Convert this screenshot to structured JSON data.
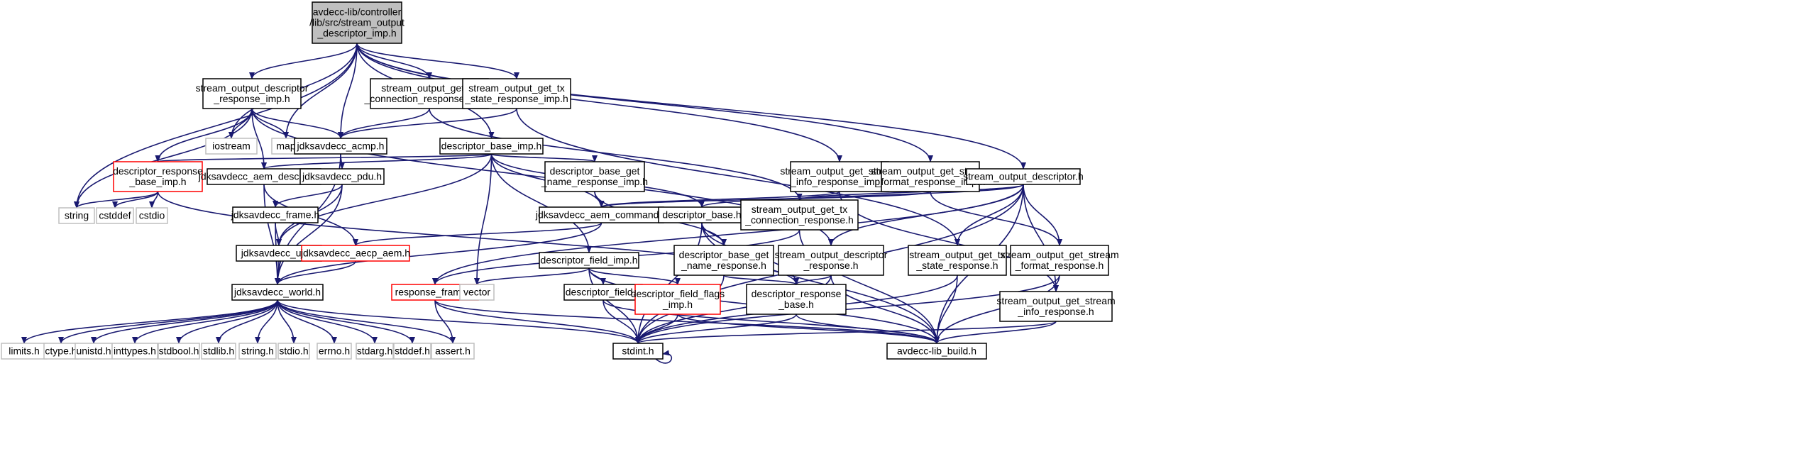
{
  "graph": {
    "colors": {
      "edge": "#191970",
      "root_fill": "#bfbfbf",
      "normal_border": "#000000",
      "system_border": "#bfbfbf",
      "missing_border": "#ff0000",
      "system_text": "#404040"
    },
    "nodes": [
      {
        "id": "root",
        "lines": [
          "avdecc-lib/controller",
          "/lib/src/stream_output",
          "_descriptor_imp.h"
        ],
        "kind": "root"
      },
      {
        "id": "so_desc_resp_imp",
        "lines": [
          "stream_output_descriptor",
          "_response_imp.h"
        ],
        "kind": "normal"
      },
      {
        "id": "so_get_tx_conn_resp_imp",
        "lines": [
          "stream_output_get_tx",
          "_connection_response_imp.h"
        ],
        "kind": "normal"
      },
      {
        "id": "so_get_tx_state_resp_imp",
        "lines": [
          "stream_output_get_tx",
          "_state_response_imp.h"
        ],
        "kind": "normal"
      },
      {
        "id": "iostream",
        "lines": [
          "iostream"
        ],
        "kind": "system"
      },
      {
        "id": "map",
        "lines": [
          "map"
        ],
        "kind": "system"
      },
      {
        "id": "acmp",
        "lines": [
          "jdksavdecc_acmp.h"
        ],
        "kind": "normal"
      },
      {
        "id": "desc_base_imp",
        "lines": [
          "descriptor_base_imp.h"
        ],
        "kind": "normal"
      },
      {
        "id": "desc_resp_base_imp",
        "lines": [
          "descriptor_response",
          "_base_imp.h"
        ],
        "kind": "missing"
      },
      {
        "id": "aem_desc",
        "lines": [
          "jdksavdecc_aem_descriptor.h"
        ],
        "kind": "normal"
      },
      {
        "id": "pdu",
        "lines": [
          "jdksavdecc_pdu.h"
        ],
        "kind": "normal"
      },
      {
        "id": "desc_base_get_name_resp_imp",
        "lines": [
          "descriptor_base_get",
          "_name_response_imp.h"
        ],
        "kind": "normal"
      },
      {
        "id": "so_get_stream_info_resp_imp",
        "lines": [
          "stream_output_get_stream",
          "_info_response_imp.h"
        ],
        "kind": "normal"
      },
      {
        "id": "so_get_stream_format_resp_imp",
        "lines": [
          "stream_output_get_stream",
          "_format_response_imp.h"
        ],
        "kind": "normal"
      },
      {
        "id": "so_desc",
        "lines": [
          "stream_output_descriptor.h"
        ],
        "kind": "normal"
      },
      {
        "id": "string",
        "lines": [
          "string"
        ],
        "kind": "system"
      },
      {
        "id": "cstddef",
        "lines": [
          "cstddef"
        ],
        "kind": "system"
      },
      {
        "id": "cstdio",
        "lines": [
          "cstdio"
        ],
        "kind": "system"
      },
      {
        "id": "frame",
        "lines": [
          "jdksavdecc_frame.h"
        ],
        "kind": "normal"
      },
      {
        "id": "aem_command",
        "lines": [
          "jdksavdecc_aem_command.h"
        ],
        "kind": "normal"
      },
      {
        "id": "desc_base",
        "lines": [
          "descriptor_base.h"
        ],
        "kind": "normal"
      },
      {
        "id": "so_get_tx_conn_resp",
        "lines": [
          "stream_output_get_tx",
          "_connection_response.h"
        ],
        "kind": "normal"
      },
      {
        "id": "util",
        "lines": [
          "jdksavdecc_util.h"
        ],
        "kind": "normal"
      },
      {
        "id": "aecp_aem",
        "lines": [
          "jdksavdecc_aecp_aem.h"
        ],
        "kind": "missing"
      },
      {
        "id": "desc_field_imp",
        "lines": [
          "descriptor_field_imp.h"
        ],
        "kind": "normal"
      },
      {
        "id": "desc_base_get_name_resp",
        "lines": [
          "descriptor_base_get",
          "_name_response.h"
        ],
        "kind": "normal"
      },
      {
        "id": "so_desc_resp",
        "lines": [
          "stream_output_descriptor",
          "_response.h"
        ],
        "kind": "normal"
      },
      {
        "id": "so_get_tx_state_resp",
        "lines": [
          "stream_output_get_tx",
          "_state_response.h"
        ],
        "kind": "normal"
      },
      {
        "id": "so_get_stream_format_resp",
        "lines": [
          "stream_output_get_stream",
          "_format_response.h"
        ],
        "kind": "normal"
      },
      {
        "id": "world",
        "lines": [
          "jdksavdecc_world.h"
        ],
        "kind": "normal"
      },
      {
        "id": "response_frame",
        "lines": [
          "response_frame.h"
        ],
        "kind": "missing"
      },
      {
        "id": "vector",
        "lines": [
          "vector"
        ],
        "kind": "system"
      },
      {
        "id": "desc_field",
        "lines": [
          "descriptor_field.h"
        ],
        "kind": "normal"
      },
      {
        "id": "desc_field_flags_imp",
        "lines": [
          "descriptor_field_flags",
          "_imp.h"
        ],
        "kind": "missing"
      },
      {
        "id": "desc_resp_base",
        "lines": [
          "descriptor_response",
          "_base.h"
        ],
        "kind": "normal"
      },
      {
        "id": "so_get_stream_info_resp",
        "lines": [
          "stream_output_get_stream",
          "_info_response.h"
        ],
        "kind": "normal"
      },
      {
        "id": "limits",
        "lines": [
          "limits.h"
        ],
        "kind": "system"
      },
      {
        "id": "ctype",
        "lines": [
          "ctype.h"
        ],
        "kind": "system"
      },
      {
        "id": "unistd",
        "lines": [
          "unistd.h"
        ],
        "kind": "system"
      },
      {
        "id": "inttypes",
        "lines": [
          "inttypes.h"
        ],
        "kind": "system"
      },
      {
        "id": "stdbool",
        "lines": [
          "stdbool.h"
        ],
        "kind": "system"
      },
      {
        "id": "stdlib",
        "lines": [
          "stdlib.h"
        ],
        "kind": "system"
      },
      {
        "id": "string_h",
        "lines": [
          "string.h"
        ],
        "kind": "system"
      },
      {
        "id": "stdio",
        "lines": [
          "stdio.h"
        ],
        "kind": "system"
      },
      {
        "id": "errno",
        "lines": [
          "errno.h"
        ],
        "kind": "system"
      },
      {
        "id": "stdarg",
        "lines": [
          "stdarg.h"
        ],
        "kind": "system"
      },
      {
        "id": "stddef",
        "lines": [
          "stddef.h"
        ],
        "kind": "system"
      },
      {
        "id": "assert",
        "lines": [
          "assert.h"
        ],
        "kind": "system"
      },
      {
        "id": "stdint",
        "lines": [
          "stdint.h"
        ],
        "kind": "normal"
      },
      {
        "id": "build",
        "lines": [
          "avdecc-lib_build.h"
        ],
        "kind": "normal"
      }
    ],
    "edges": [
      [
        "root",
        "so_desc_resp_imp"
      ],
      [
        "root",
        "so_get_tx_conn_resp_imp"
      ],
      [
        "root",
        "so_get_tx_state_resp_imp"
      ],
      [
        "root",
        "iostream"
      ],
      [
        "root",
        "map"
      ],
      [
        "root",
        "acmp"
      ],
      [
        "root",
        "desc_base_imp"
      ],
      [
        "root",
        "string"
      ],
      [
        "root",
        "so_get_stream_info_resp_imp"
      ],
      [
        "root",
        "so_get_stream_format_resp_imp"
      ],
      [
        "root",
        "so_desc"
      ],
      [
        "so_desc_resp_imp",
        "iostream"
      ],
      [
        "so_desc_resp_imp",
        "map"
      ],
      [
        "so_desc_resp_imp",
        "acmp"
      ],
      [
        "so_desc_resp_imp",
        "desc_resp_base_imp"
      ],
      [
        "so_desc_resp_imp",
        "aem_desc"
      ],
      [
        "so_desc_resp_imp",
        "string"
      ],
      [
        "so_desc_resp_imp",
        "so_desc_resp"
      ],
      [
        "so_get_tx_conn_resp_imp",
        "acmp"
      ],
      [
        "so_get_tx_conn_resp_imp",
        "so_get_tx_conn_resp"
      ],
      [
        "so_get_tx_state_resp_imp",
        "acmp"
      ],
      [
        "so_get_tx_state_resp_imp",
        "so_get_tx_state_resp"
      ],
      [
        "acmp",
        "pdu"
      ],
      [
        "acmp",
        "world"
      ],
      [
        "desc_base_imp",
        "desc_resp_base_imp"
      ],
      [
        "desc_base_imp",
        "aem_desc"
      ],
      [
        "desc_base_imp",
        "desc_base_get_name_resp_imp"
      ],
      [
        "desc_base_imp",
        "aem_command"
      ],
      [
        "desc_base_imp",
        "desc_base"
      ],
      [
        "desc_base_imp",
        "util"
      ],
      [
        "desc_base_imp",
        "desc_field_imp"
      ],
      [
        "desc_base_imp",
        "vector"
      ],
      [
        "desc_resp_base_imp",
        "string"
      ],
      [
        "desc_resp_base_imp",
        "cstddef"
      ],
      [
        "desc_resp_base_imp",
        "cstdio"
      ],
      [
        "desc_resp_base_imp",
        "desc_resp_base"
      ],
      [
        "aem_desc",
        "aecp_aem"
      ],
      [
        "aem_desc",
        "world"
      ],
      [
        "pdu",
        "frame"
      ],
      [
        "pdu",
        "util"
      ],
      [
        "pdu",
        "world"
      ],
      [
        "frame",
        "util"
      ],
      [
        "frame",
        "world"
      ],
      [
        "util",
        "world"
      ],
      [
        "desc_base_get_name_resp_imp",
        "aem_command"
      ],
      [
        "desc_base_get_name_resp_imp",
        "desc_base_get_name_resp"
      ],
      [
        "so_get_stream_info_resp_imp",
        "aem_command"
      ],
      [
        "so_get_stream_info_resp_imp",
        "so_get_stream_info_resp"
      ],
      [
        "so_get_stream_format_resp_imp",
        "aem_command"
      ],
      [
        "so_get_stream_format_resp_imp",
        "so_get_stream_format_resp"
      ],
      [
        "so_desc",
        "desc_base"
      ],
      [
        "so_desc",
        "so_get_tx_conn_resp"
      ],
      [
        "so_desc",
        "so_desc_resp"
      ],
      [
        "so_desc",
        "so_get_tx_state_resp"
      ],
      [
        "so_desc",
        "so_get_stream_format_resp"
      ],
      [
        "so_desc",
        "so_get_stream_info_resp"
      ],
      [
        "so_desc",
        "response_frame"
      ],
      [
        "so_desc",
        "stdint"
      ],
      [
        "so_desc",
        "build"
      ],
      [
        "aem_command",
        "aecp_aem"
      ],
      [
        "aem_command",
        "world"
      ],
      [
        "aecp_aem",
        "world"
      ],
      [
        "desc_base",
        "desc_base_get_name_resp"
      ],
      [
        "desc_base",
        "desc_resp_base"
      ],
      [
        "desc_base",
        "stdint"
      ],
      [
        "desc_base",
        "build"
      ],
      [
        "so_get_tx_conn_resp",
        "response_frame"
      ],
      [
        "so_get_tx_conn_resp",
        "build"
      ],
      [
        "desc_field_imp",
        "vector"
      ],
      [
        "desc_field_imp",
        "desc_field"
      ],
      [
        "desc_field_imp",
        "desc_field_flags_imp"
      ],
      [
        "desc_field_imp",
        "stdint"
      ],
      [
        "desc_field_imp",
        "build"
      ],
      [
        "desc_base_get_name_resp",
        "desc_resp_base"
      ],
      [
        "desc_base_get_name_resp",
        "stdint"
      ],
      [
        "so_desc_resp",
        "desc_resp_base"
      ],
      [
        "so_desc_resp",
        "stdint"
      ],
      [
        "so_desc_resp",
        "build"
      ],
      [
        "so_get_tx_state_resp",
        "stdint"
      ],
      [
        "so_get_tx_state_resp",
        "build"
      ],
      [
        "so_get_stream_format_resp",
        "stdint"
      ],
      [
        "so_get_stream_format_resp",
        "build"
      ],
      [
        "world",
        "limits"
      ],
      [
        "world",
        "ctype"
      ],
      [
        "world",
        "unistd"
      ],
      [
        "world",
        "inttypes"
      ],
      [
        "world",
        "stdbool"
      ],
      [
        "world",
        "stdlib"
      ],
      [
        "world",
        "string_h"
      ],
      [
        "world",
        "stdio"
      ],
      [
        "world",
        "errno"
      ],
      [
        "world",
        "stdarg"
      ],
      [
        "world",
        "stddef"
      ],
      [
        "world",
        "assert"
      ],
      [
        "world",
        "stdint"
      ],
      [
        "response_frame",
        "assert"
      ],
      [
        "response_frame",
        "stdint"
      ],
      [
        "response_frame",
        "build"
      ],
      [
        "desc_field",
        "stdint"
      ],
      [
        "desc_field",
        "build"
      ],
      [
        "desc_field_flags_imp",
        "stdint"
      ],
      [
        "desc_field_flags_imp",
        "build"
      ],
      [
        "desc_resp_base",
        "stdint"
      ],
      [
        "desc_resp_base",
        "build"
      ],
      [
        "so_get_stream_info_resp",
        "stdint"
      ],
      [
        "so_get_stream_info_resp",
        "build"
      ],
      [
        "stdint",
        "stdint"
      ]
    ]
  }
}
